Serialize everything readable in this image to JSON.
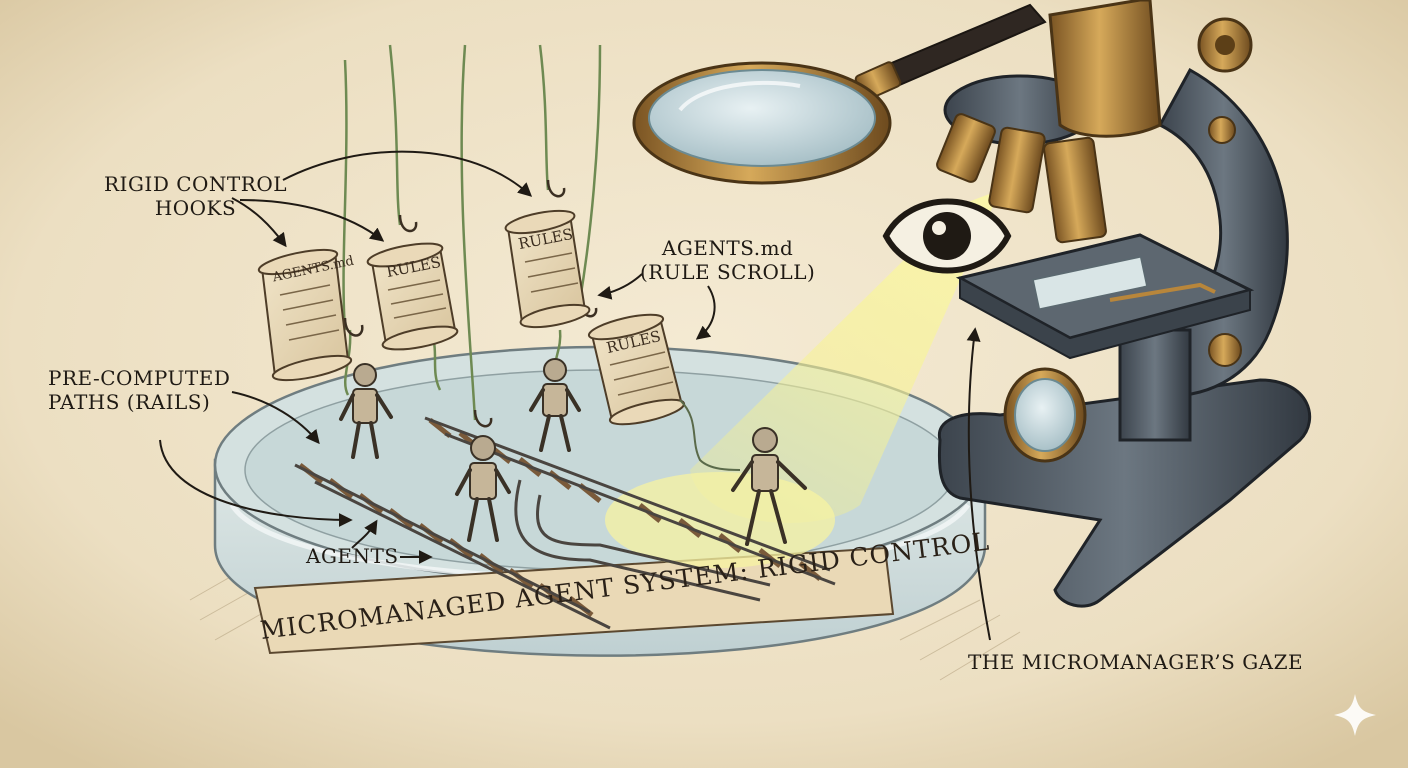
{
  "labels": {
    "hooks": [
      "RIGID CONTROL",
      "HOOKS"
    ],
    "rails": [
      "PRE-COMPUTED",
      "PATHS (RAILS)"
    ],
    "agents": "AGENTS",
    "rule_scroll": [
      "AGENTS.md",
      "(RULE SCROLL)"
    ],
    "gaze": "THE MICROMANAGER’S GAZE"
  },
  "title": "MICROMANAGED AGENT SYSTEM: RIGID CONTROL",
  "scrolls": [
    "AGENTS.md",
    "RULES",
    "RULES",
    "RULES"
  ],
  "icons": [
    "eye-icon",
    "magnifying-glass-icon",
    "microscope-icon",
    "robot-icon",
    "sparkle-icon"
  ],
  "colors": {
    "paper": "#efe3c8",
    "ink": "#1f1a14",
    "brass": "#b8863b",
    "steel": "#4b5560",
    "beam": "#f6f29a"
  }
}
